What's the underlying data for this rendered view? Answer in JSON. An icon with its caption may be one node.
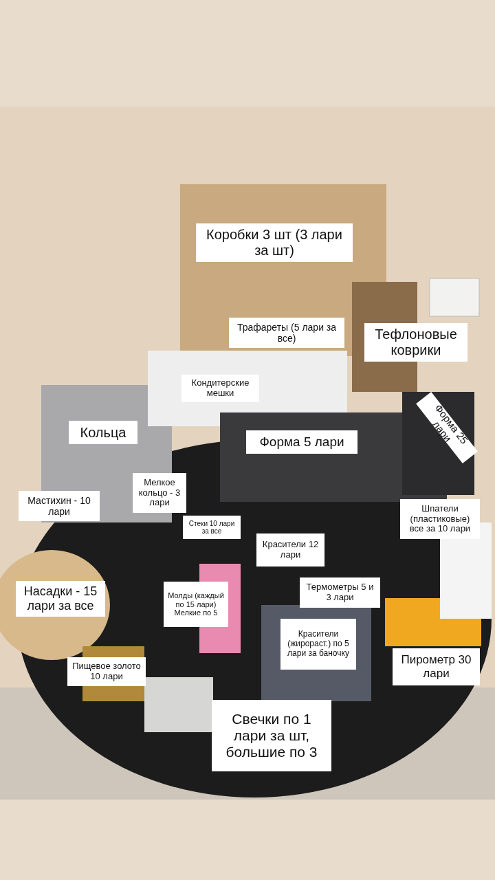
{
  "diagram": {
    "labels": [
      "Коробки 3 шт (3 лари за шт)",
      "Трафареты (5 лари за все)",
      "Тефлоновые коврики",
      "Кондитерские мешки",
      "Кольца",
      "Форма 5 лари",
      "Форма 25 лари",
      "Мастихин - 10 лари",
      "Мелкое кольцо - 3 лари",
      "Стеки 10 лари за все",
      "Шпатели (пластиковые) все за 10 лари",
      "Красители 12 лари",
      "Насадки - 15 лари за все",
      "Молды (каждый по 15 лари) Мелкие по 5",
      "Термометры 5 и 3 лари",
      "Красители (жирораст.) по 5 лари за баночку",
      "Пищевое золото 10 лари",
      "Пирометр 30 лари",
      "Свечки по 1 лари за шт, большие по 3"
    ]
  }
}
